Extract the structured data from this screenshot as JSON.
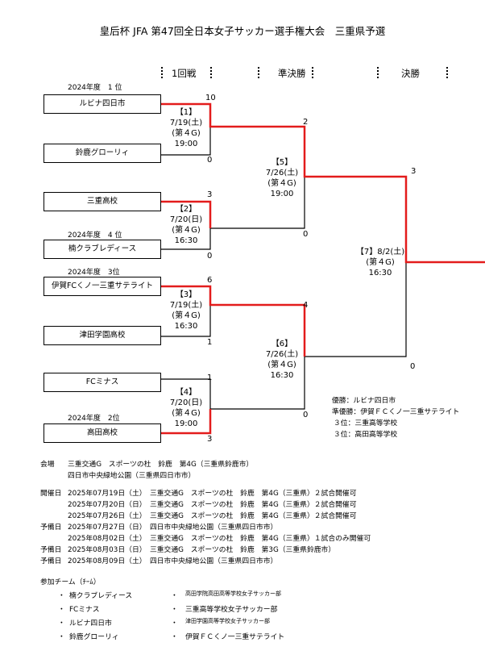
{
  "title": "皇后杯 JFA 第47回全日本女子サッカー選手権大会　三重県予選",
  "rounds": [
    "1回戦",
    "準決勝",
    "決勝"
  ],
  "seeds": [
    "2024年度　1 位",
    "2024年度　4 位",
    "2024年度　3位",
    "2024年度　2位"
  ],
  "teams": [
    {
      "no": "1",
      "name": "ルビナ四日市"
    },
    {
      "no": "2",
      "name": "鈴鹿グローリィ"
    },
    {
      "no": "3",
      "name": "三重高校"
    },
    {
      "no": "4",
      "name": "楠クラブレディース"
    },
    {
      "no": "5",
      "name": "伊賀FCくノ一三重サテライト"
    },
    {
      "no": "6",
      "name": "津田学園高校"
    },
    {
      "no": "7",
      "name": "FCミナス"
    },
    {
      "no": "8",
      "name": "高田高校"
    }
  ],
  "matches": [
    {
      "no": "【1】",
      "date": "7/19(土)",
      "venue": "(第４G)",
      "time": "19:00",
      "top_score": "10",
      "bottom_score": "0"
    },
    {
      "no": "【2】",
      "date": "7/20(日)",
      "venue": "(第４G)",
      "time": "16:30",
      "top_score": "3",
      "bottom_score": "0"
    },
    {
      "no": "【3】",
      "date": "7/19(土)",
      "venue": "(第４G)",
      "time": "16:30",
      "top_score": "6",
      "bottom_score": "1"
    },
    {
      "no": "【4】",
      "date": "7/20(日)",
      "venue": "(第４G)",
      "time": "19:00",
      "top_score": "1",
      "bottom_score": "3"
    },
    {
      "no": "【5】",
      "date": "7/26(土)",
      "venue": "(第４G)",
      "time": "19:00",
      "top_score": "2",
      "bottom_score": "0"
    },
    {
      "no": "【6】",
      "date": "7/26(土)",
      "venue": "(第４G)",
      "time": "16:30",
      "top_score": "4",
      "bottom_score": "0"
    },
    {
      "no": "【7】8/2(土)",
      "date": "",
      "venue": "(第４G)",
      "time": "16:30",
      "top_score": "3",
      "bottom_score": "0"
    }
  ],
  "results": [
    "優勝：ルビナ四日市",
    "準優勝：伊賀ＦＣくノ一三重サテライト",
    "３位：三重高等学校",
    "３位：高田高等学校"
  ],
  "venue": {
    "label": "会場",
    "lines": [
      "三重交通G　スポーツの杜　鈴鹿　第4G（三重県鈴鹿市）",
      "四日市中央緑地公園（三重県四日市市）"
    ]
  },
  "schedule": [
    {
      "label": "開催日",
      "text": "2025年07月19日（土）　三重交通G　スポーツの杜　鈴鹿　第4G（三重県）２試合開催可"
    },
    {
      "label": "",
      "text": "2025年07月20日（日）　三重交通G　スポーツの杜　鈴鹿　第4G（三重県）２試合開催可"
    },
    {
      "label": "",
      "text": "2025年07月26日（土）　三重交通G　スポーツの杜　鈴鹿　第4G（三重県）２試合開催可"
    },
    {
      "label": "予備日",
      "text": "2025年07月27日（日）　四日市中央緑地公園（三重県四日市市）"
    },
    {
      "label": "",
      "text": "2025年08月02日（土）　三重交通G　スポーツの杜　鈴鹿　第4G（三重県）１試合のみ開催可"
    },
    {
      "label": "予備日",
      "text": "2025年08月03日（日）　三重交通G　スポーツの杜　鈴鹿　第3G（三重県鈴鹿市）"
    },
    {
      "label": "予備日",
      "text": "2025年08月09日（土）　四日市中央緑地公園（三重県四日市市）"
    }
  ],
  "participants": {
    "heading": "参加チーム（ﾁｰﾑ）",
    "left": [
      "楠クラブレディース",
      "FCミナス",
      "ルビナ四日市",
      "鈴鹿グローリィ"
    ],
    "right": [
      "高田学院高田高等学校女子サッカー部",
      "三重高等学校女子サッカー部",
      "津田学園高等学校女子サッカー部",
      "伊賀ＦＣくノ一三重サテライト"
    ]
  },
  "colors": {
    "line": "#000000",
    "winner": "#e31c1c"
  }
}
